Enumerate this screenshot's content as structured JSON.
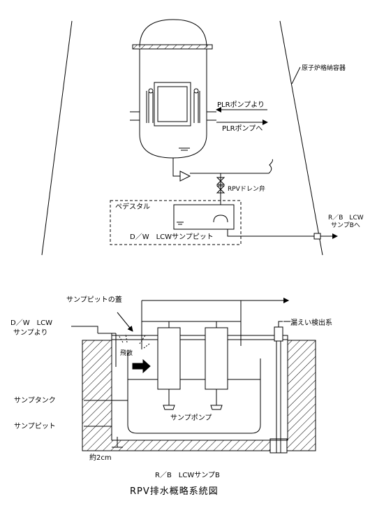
{
  "upper": {
    "containment_label": "原子炉格納容器",
    "plr_from": "PLRポンプより",
    "plr_to": "PLRポンプへ",
    "drain_valve": "RPVドレン弁",
    "pedestal": "ペデスタル",
    "dw_sump_pit": "D／W　LCWサンプピット",
    "rb_sump_to_1": "R／B　LCW",
    "rb_sump_to_2": "サンプBへ"
  },
  "lower": {
    "sump_pit_lid": "サンプピットの蓋",
    "dw_from_1": "D／W　LCW",
    "dw_from_2": "サンプより",
    "leak_detection": "漏えい検出系",
    "splash": "飛散",
    "sump_tank": "サンプタンク",
    "sump_pit": "サンプピット",
    "sump_pump": "サンプポンプ",
    "approx": "約2cm",
    "rb_sump_b": "R／B　LCWサンプB"
  },
  "title": "RPV排水概略系統図"
}
